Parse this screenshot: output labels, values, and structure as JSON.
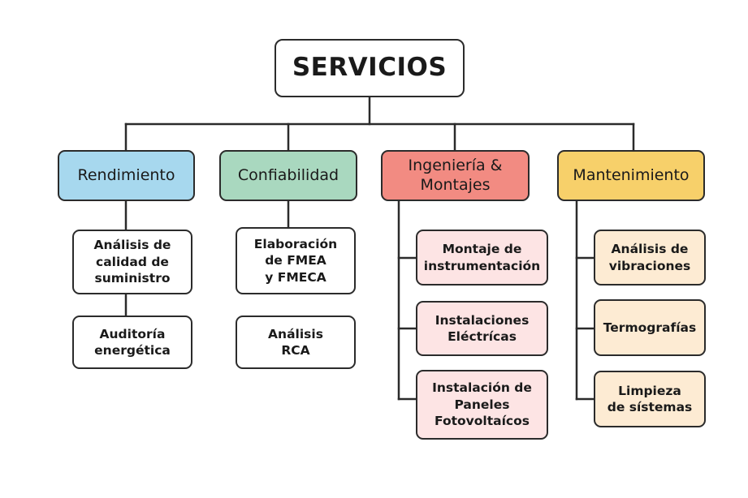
{
  "root": {
    "label": "SERVICIOS"
  },
  "categories": [
    {
      "label": "Rendimiento",
      "color": "#a7d8ee",
      "items": [
        "Análisis de\ncalidad de\nsuministro",
        "Auditoría\nenergética"
      ]
    },
    {
      "label": "Confiabilidad",
      "color": "#a9d8bf",
      "items": [
        "Elaboración\nde FMEA\ny FMECA",
        "Análisis\nRCA"
      ]
    },
    {
      "label": "Ingeniería &\nMontajes",
      "color": "#f28b82",
      "items": [
        "Montaje de\ninstrumentación",
        "Instalaciones\nEléctrícas",
        "Instalación de\nPaneles\nFotovoltaícos"
      ]
    },
    {
      "label": "Mantenimiento",
      "color": "#f7d06a",
      "items": [
        "Análisis de\nvibraciones",
        "Termografías",
        "Limpieza\nde sístemas"
      ]
    }
  ]
}
